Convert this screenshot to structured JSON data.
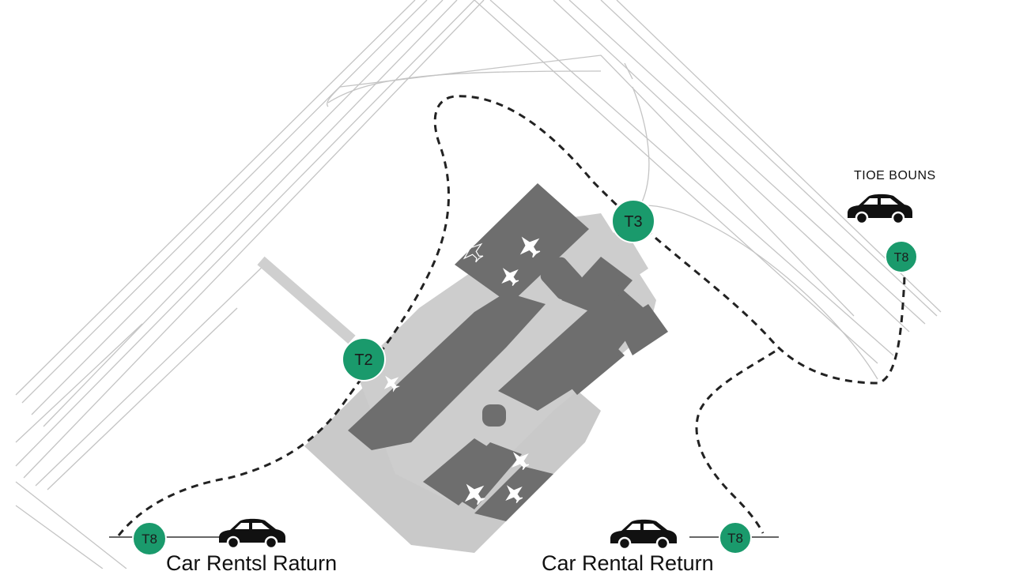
{
  "map": {
    "terminals": [
      {
        "id": "t3",
        "label": "T3"
      },
      {
        "id": "t2",
        "label": "T2"
      },
      {
        "id": "t8-right",
        "label": "T8"
      },
      {
        "id": "t8-bottom-left",
        "label": "T8"
      },
      {
        "id": "t8-bottom-right",
        "label": "T8"
      }
    ],
    "car_rental_labels": [
      {
        "id": "left",
        "text": "Car Rentsl Raturn"
      },
      {
        "id": "right",
        "text": "Car Rental Return"
      }
    ],
    "car_label_top_right": "TIOE BOUNS",
    "colors": {
      "terminal_green": "#1a9a6c",
      "building_dark": "#6e6e6e",
      "apron_light": "#c8c8c8",
      "runway_line": "#bdbdbd",
      "route": "#222222"
    },
    "icons": [
      "car-icon",
      "airplane-icon"
    ]
  }
}
